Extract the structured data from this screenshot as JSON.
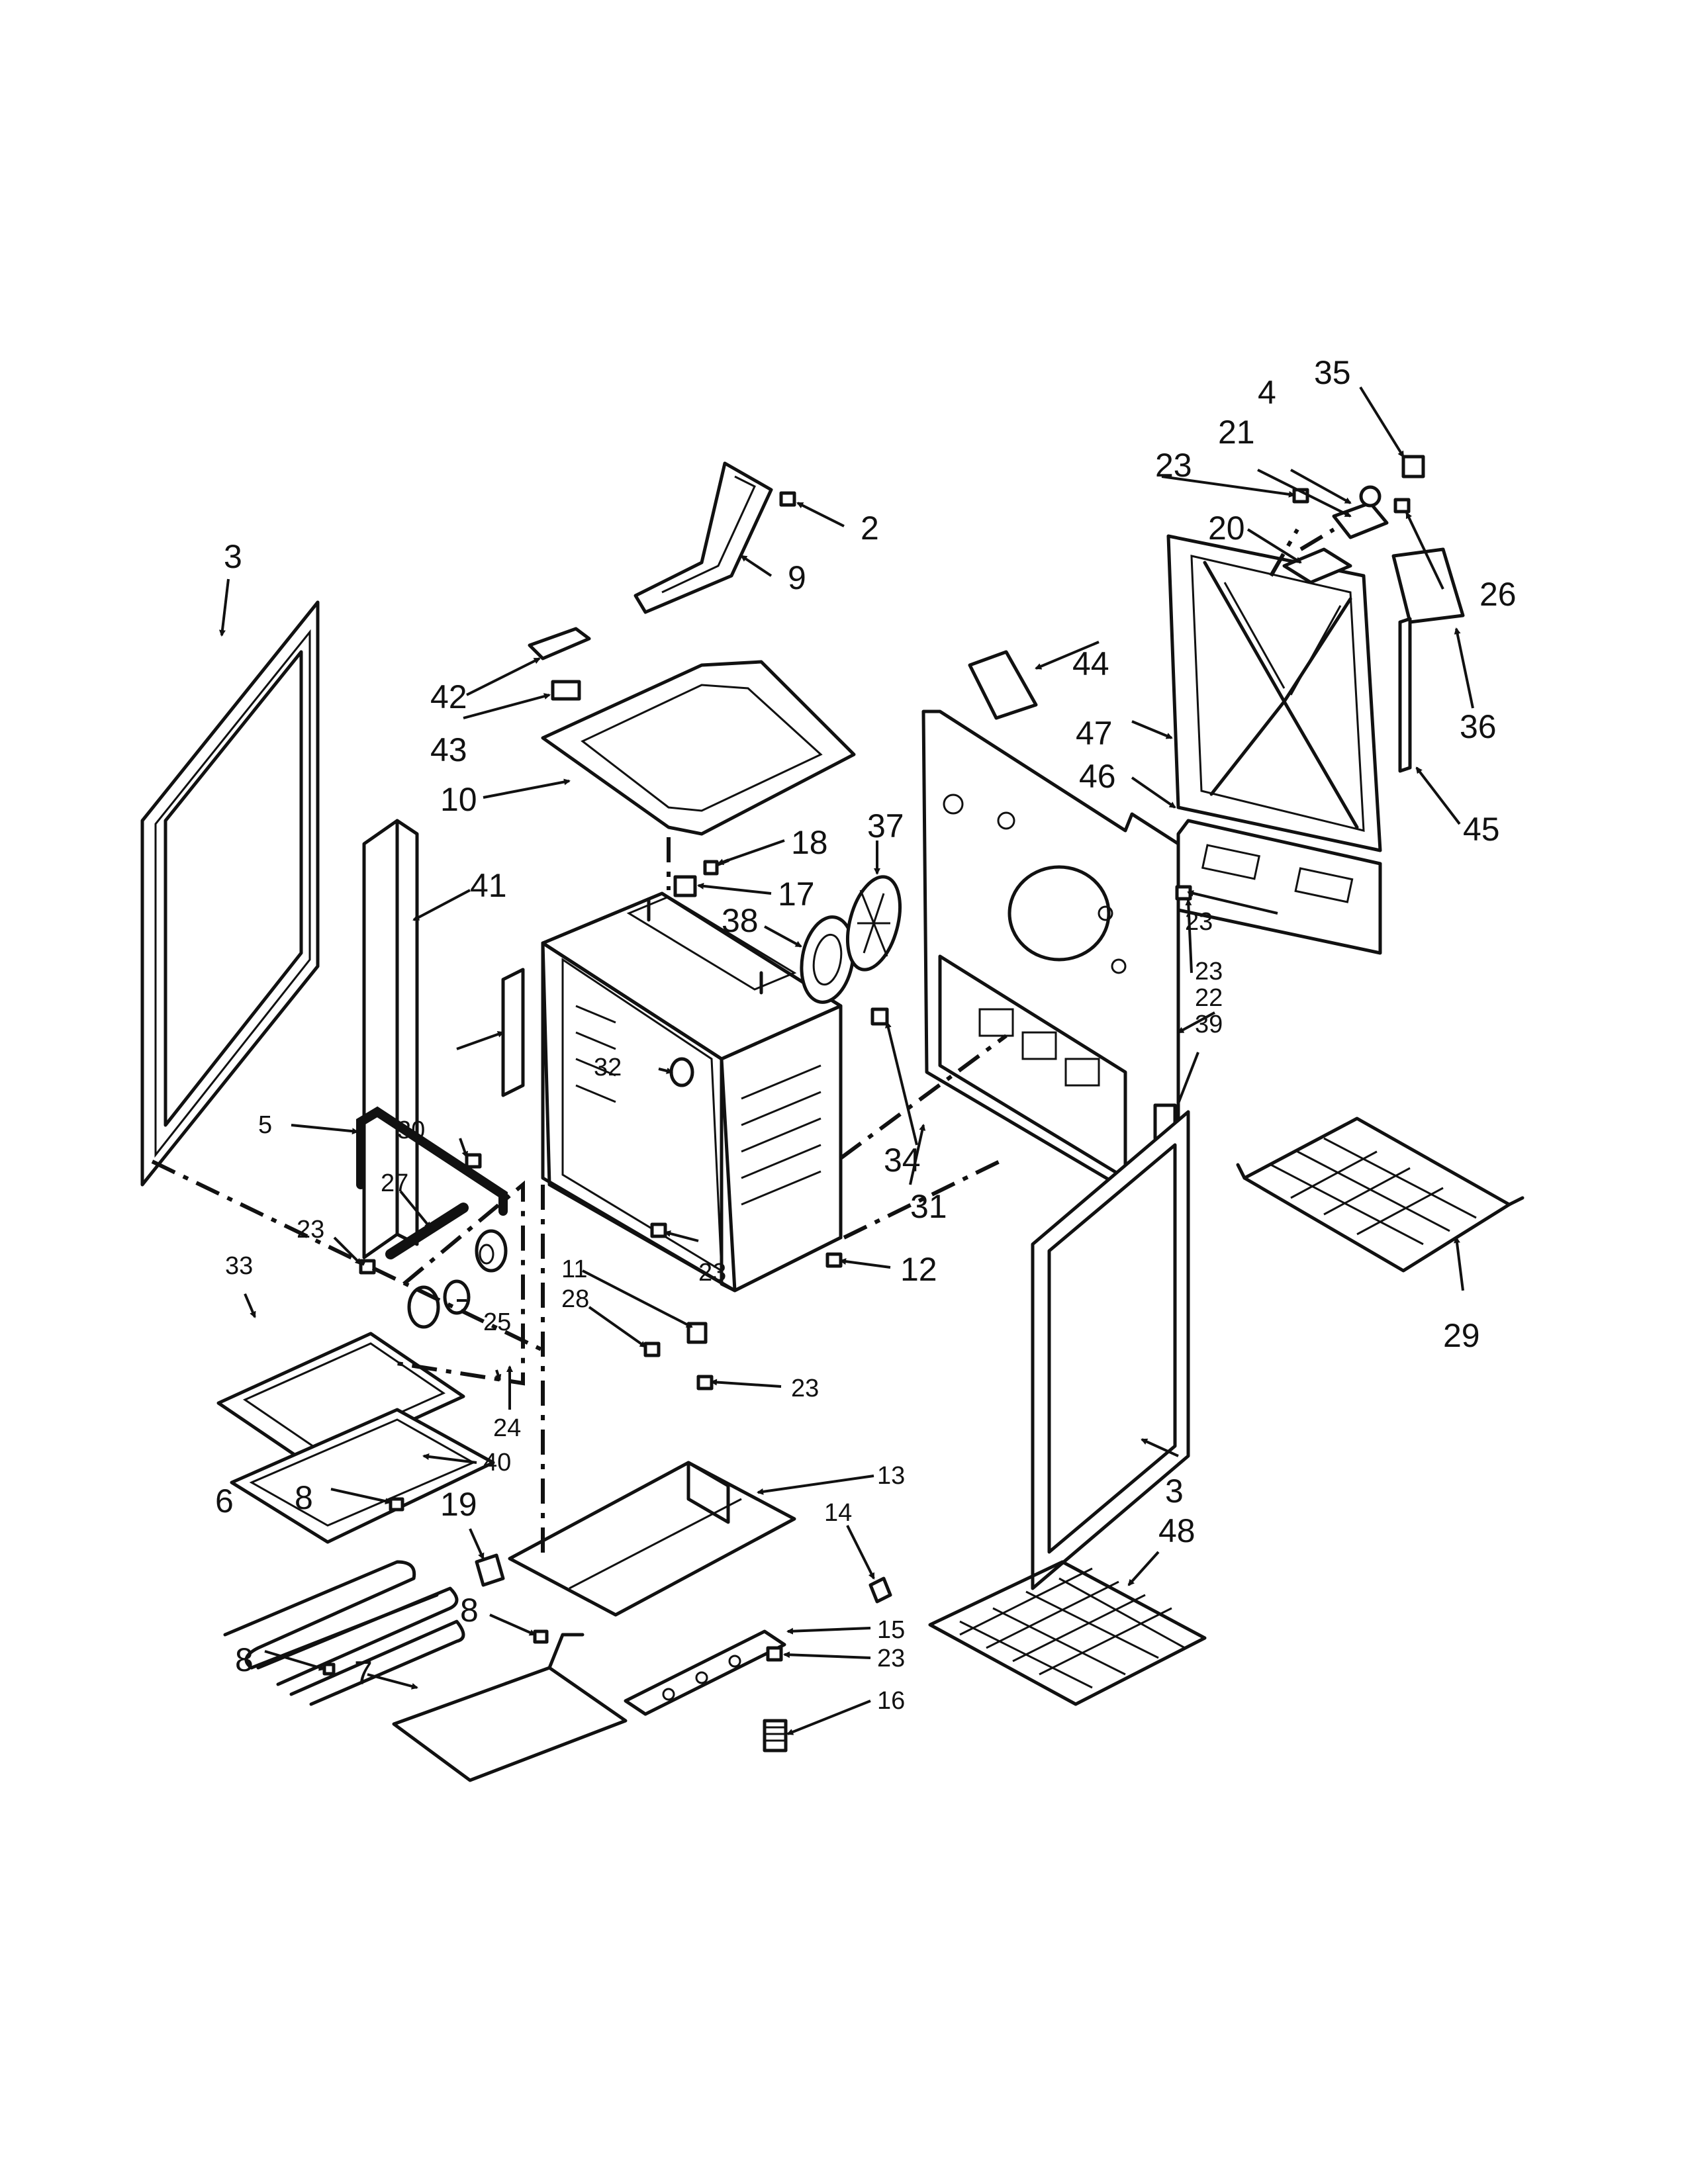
{
  "callouts": {
    "c2": "2",
    "c3a": "3",
    "c3b": "3",
    "c4": "4",
    "c5": "5",
    "c6": "6",
    "c7": "7",
    "c8a": "8",
    "c8b": "8",
    "c8c": "8",
    "c9": "9",
    "c10": "10",
    "c11": "11",
    "c12": "12",
    "c13": "13",
    "c14": "14",
    "c15": "15",
    "c16": "16",
    "c17": "17",
    "c18": "18",
    "c19": "19",
    "c20": "20",
    "c21": "21",
    "c22": "22",
    "c23a": "23",
    "c23b": "23",
    "c23c": "23",
    "c23d": "23",
    "c23e": "23",
    "c23f": "23",
    "c23g": "23",
    "c24": "24",
    "c25": "25",
    "c26": "26",
    "c27": "27",
    "c28": "28",
    "c29": "29",
    "c30": "30",
    "c31": "31",
    "c32": "32",
    "c33": "33",
    "c34": "34",
    "c35": "35",
    "c36": "36",
    "c37": "37",
    "c38": "38",
    "c39": "39",
    "c40": "40",
    "c41": "41",
    "c42": "42",
    "c43": "43",
    "c44": "44",
    "c45": "45",
    "c46": "46",
    "c47": "47",
    "c48": "48"
  },
  "colors": {
    "ink": "#111111",
    "paper": "#ffffff"
  }
}
